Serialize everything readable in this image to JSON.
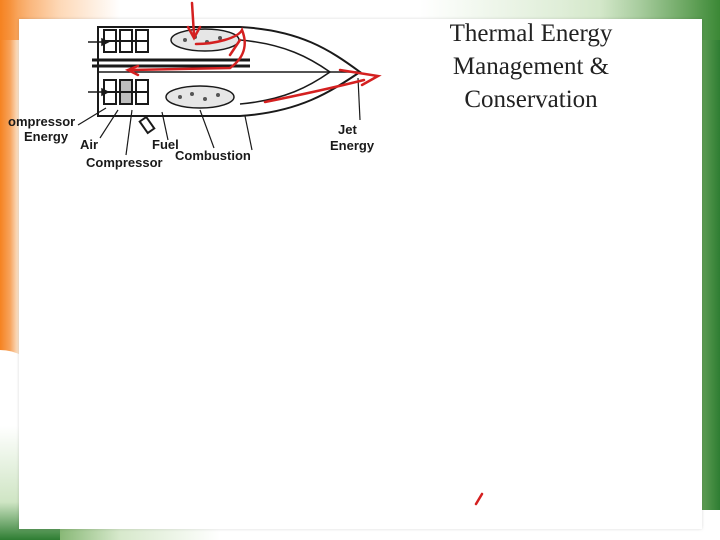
{
  "slide": {
    "title_lines": [
      "Thermal Energy",
      "Management &",
      "Conservation"
    ]
  },
  "diagram": {
    "labels": {
      "compressor_energy_line1": "ompressor",
      "compressor_energy_line2": "Energy",
      "air": "Air",
      "compressor": "Compressor",
      "fuel": "Fuel",
      "combustion": "Combustion",
      "jet_energy_line1": "Jet",
      "jet_energy_line2": "Energy"
    },
    "colors": {
      "annotation": "#d42020",
      "ink": "#1a1a1a"
    }
  },
  "theme": {
    "saffron": "#f58220",
    "green": "#2e7d32"
  }
}
